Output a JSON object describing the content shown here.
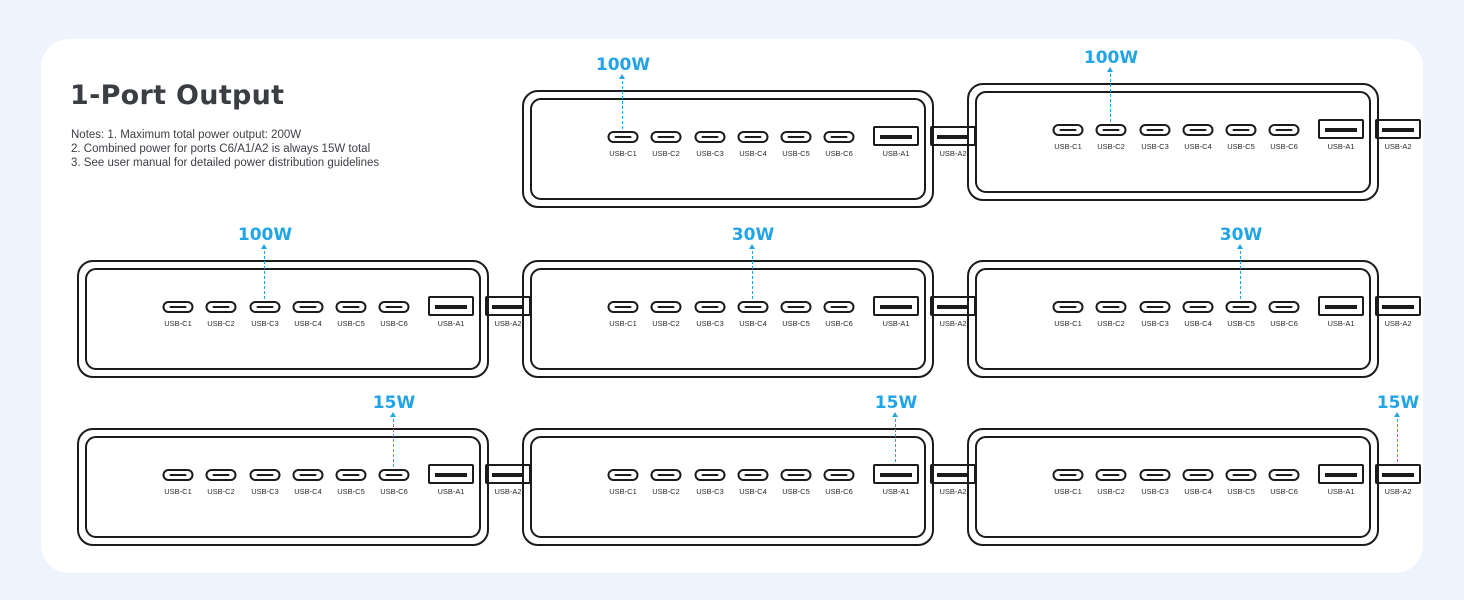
{
  "title": "1-Port Output",
  "notes": [
    "Notes: 1. Maximum total power output: 200W",
    "2. Combined power for ports C6/A1/A2 is always 15W total",
    "3. See user manual for detailed power distribution guidelines"
  ],
  "colors": {
    "accent": "#22a4e8",
    "line": "#1b1b1b",
    "background": "#eef3fc",
    "card": "#ffffff"
  },
  "port_labels": [
    "USB-C1",
    "USB-C2",
    "USB-C3",
    "USB-C4",
    "USB-C5",
    "USB-C6",
    "USB-A1",
    "USB-A2"
  ],
  "configurations": [
    {
      "active_port": "USB-C1",
      "power": "100W"
    },
    {
      "active_port": "USB-C2",
      "power": "100W"
    },
    {
      "active_port": "USB-C3",
      "power": "100W"
    },
    {
      "active_port": "USB-C4",
      "power": "30W"
    },
    {
      "active_port": "USB-C5",
      "power": "30W"
    },
    {
      "active_port": "USB-C6",
      "power": "15W"
    },
    {
      "active_port": "USB-A1",
      "power": "15W"
    },
    {
      "active_port": "USB-A2",
      "power": "15W"
    }
  ]
}
